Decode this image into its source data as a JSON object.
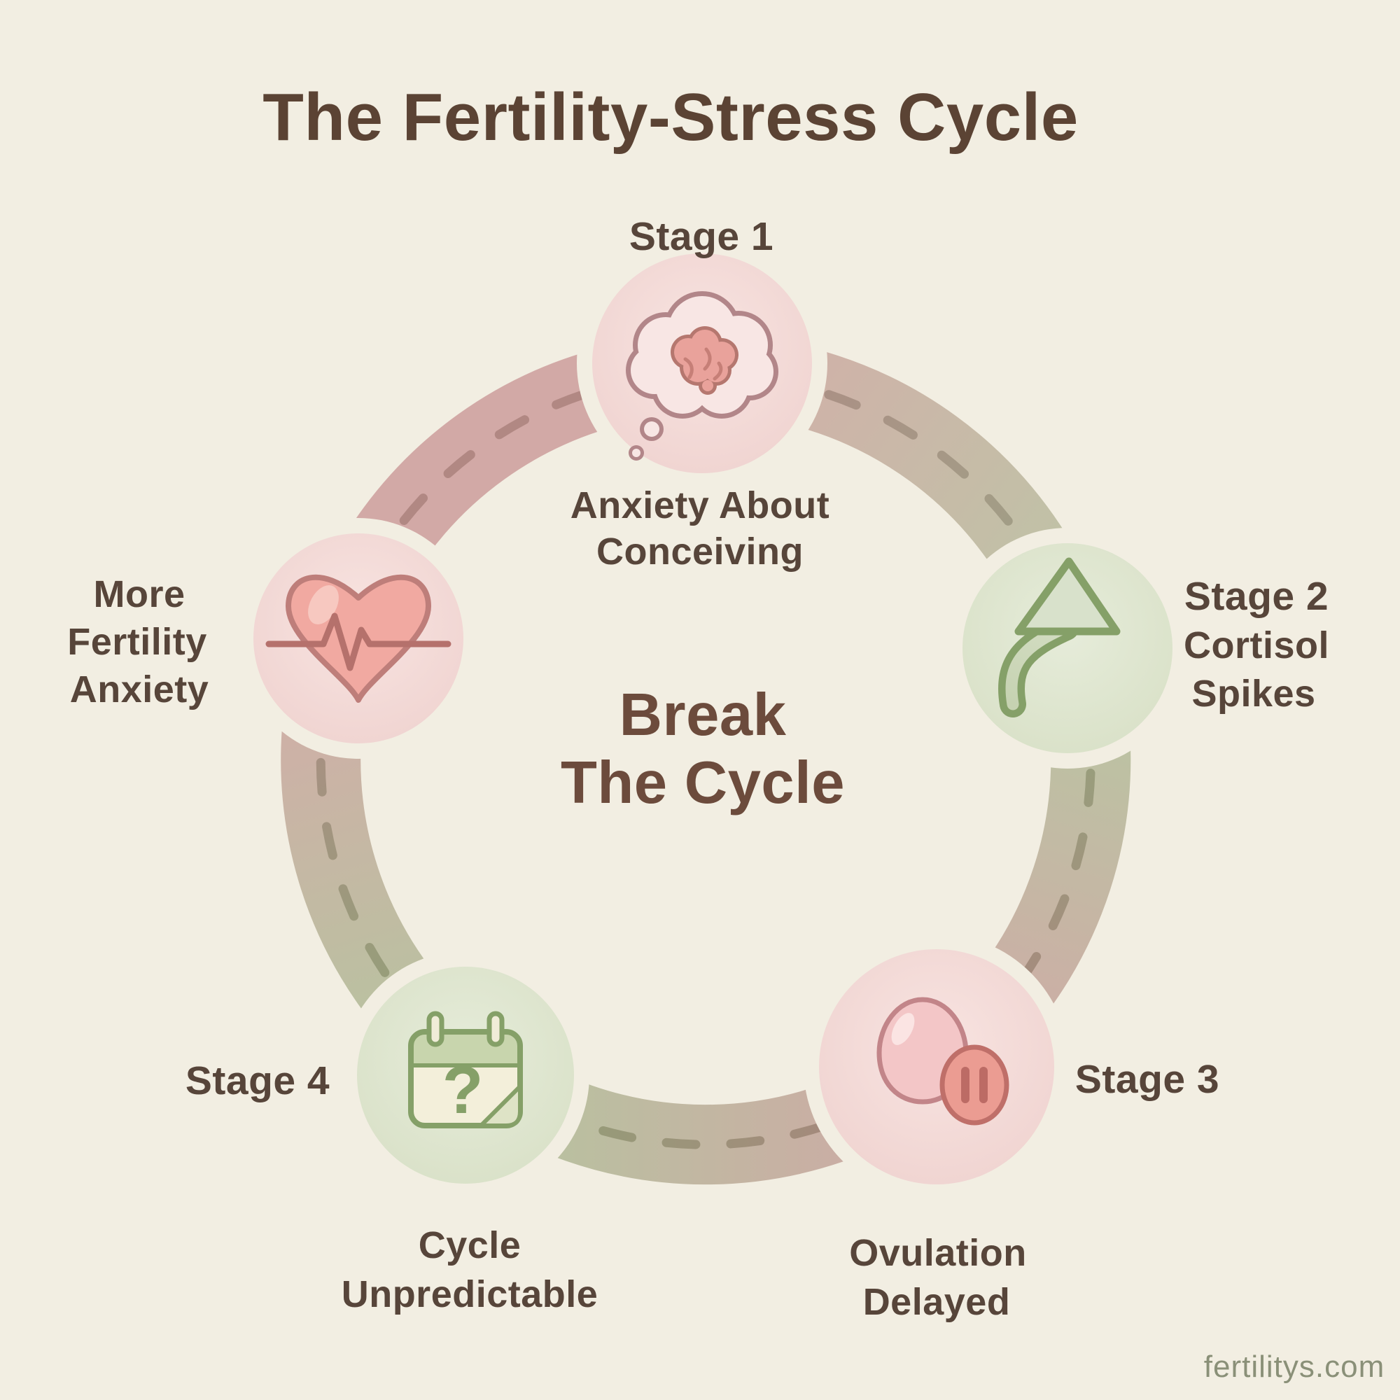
{
  "title": "The Fertility-Stress Cycle",
  "center_message": {
    "line1": "Break",
    "line2": "The Cycle"
  },
  "stages": {
    "stage1": {
      "label": "Stage 1",
      "caption_line1": "Anxiety About",
      "caption_line2": "Conceiving",
      "icon": "thought-bubble-brain-icon"
    },
    "stage2": {
      "label": "Stage 2",
      "caption_line1": "Cortisol",
      "caption_line2": "Spikes",
      "icon": "rising-arrow-icon"
    },
    "stage3": {
      "label": "Stage 3",
      "caption_line1": "Ovulation",
      "caption_line2": "Delayed",
      "icon": "egg-pause-icon"
    },
    "stage4": {
      "label": "Stage 4",
      "caption_line1": "Cycle",
      "caption_line2": "Unpredictable",
      "icon": "calendar-question-icon"
    },
    "feedback": {
      "line1": "More",
      "line2": "Fertility",
      "line3": "Anxiety",
      "icon": "heartbeat-heart-icon"
    }
  },
  "icons": {
    "question_mark": "?"
  },
  "watermark": "fertilitys.com",
  "colors": {
    "background": "#F2EEE2",
    "title_text": "#5B4334",
    "label_text": "#57453A",
    "center_text": "#6C4B3C",
    "watermark_text": "#8A9078",
    "ring_pink": "#D2A9A6",
    "ring_green": "#B5C59F",
    "dash_pink": "#B18883",
    "dash_green": "#90A377",
    "node_pink": "#F3D8D5",
    "node_green": "#DEE4D1",
    "icon_pink_outline": "#B28689",
    "icon_green_outline": "#85A068"
  }
}
